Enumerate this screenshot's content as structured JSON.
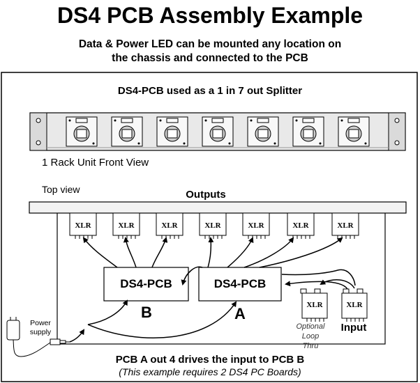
{
  "header": {
    "title": "DS4 PCB Assembly Example",
    "subtitle_line1": "Data & Power LED can be mounted any location on",
    "subtitle_line2": "the chassis and connected to the PCB"
  },
  "diagram": {
    "splitter_label": "DS4-PCB used as a 1 in 7 out Splitter",
    "front_view_label": "1 Rack Unit Front View",
    "top_view_label": "Top view",
    "outputs_label": "Outputs",
    "xlr_label": "XLR",
    "pcb_b": {
      "name": "DS4-PCB",
      "letter": "B"
    },
    "pcb_a": {
      "name": "DS4-PCB",
      "letter": "A"
    },
    "power_supply_label": "Power supply",
    "optional_label": "Optional Loop Thru",
    "input_label": "Input"
  },
  "footer": {
    "caption_bold": "PCB A out 4 drives the input to PCB B",
    "caption_italic": "(This example requires 2 DS4 PC Boards)"
  },
  "colors": {
    "line": "#000000",
    "panel": "#f0f0f0",
    "shadow": "#bbbbbb"
  }
}
